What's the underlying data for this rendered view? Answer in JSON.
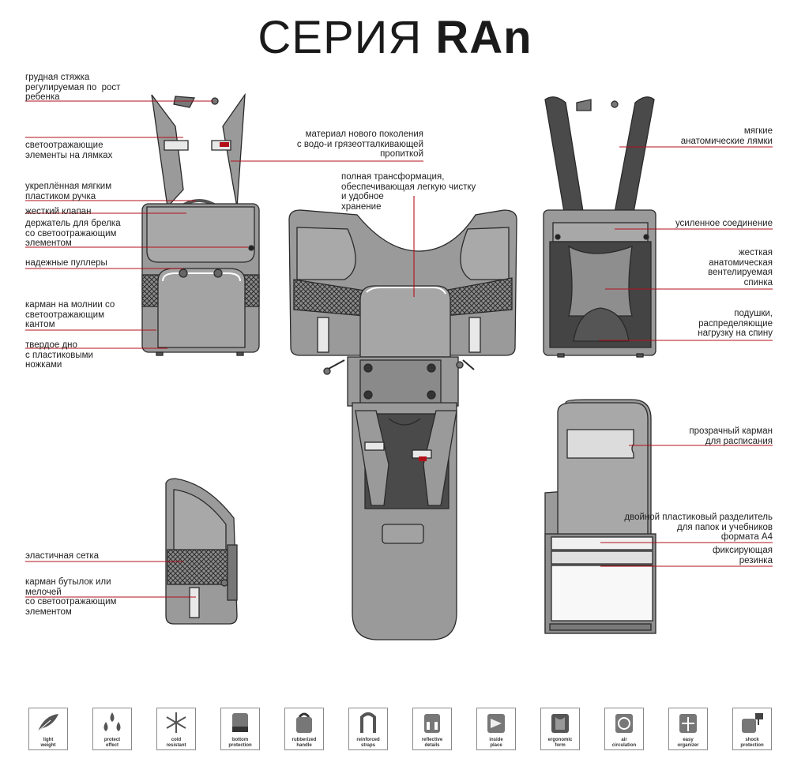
{
  "title": {
    "prefix": "СЕРИЯ ",
    "brand": "RAn"
  },
  "labels_left": [
    "грудная стяжка\nрегулируемая по  рост\nребенка",
    "светоотражающие\nэлементы на лямках",
    "укреплённая мягким\nпластиком ручка",
    "жесткий клапан",
    "держатель для брелка\nсо светоотражающим\nэлементом",
    "надежные пуллеры",
    "карман на молнии со\nсветоотражающим\nкантом",
    "твердое дно\nс пластиковыми\nножками",
    "эластичная сетка",
    "карман бутылок или\nмелочей\nсо светоотражающим\nэлементом"
  ],
  "labels_center": [
    "материал нового поколения\nс водо-и грязеотталкивающей\nпропиткой",
    "полная трансформация,\nобеспечивающая легкую чистку\nи удобное\nхранение"
  ],
  "labels_right": [
    "мягкие\nанатомические лямки",
    "усиленное соединение",
    "жесткая\nанатомическая\nвентелируемая\nспинка",
    "подушки,\nраспределяющие\nнагрузку на спину",
    "прозрачный карман\nдля расписания",
    "двойной пластиковый разделитель\nдля папок и учебников\nформата А4",
    "фиксирующая\nрезинка"
  ],
  "icons": [
    {
      "name": "feather-icon",
      "caption": "light\nweight"
    },
    {
      "name": "drops-icon",
      "caption": "protect\neffect"
    },
    {
      "name": "snowflake-icon",
      "caption": "cold\nresistant"
    },
    {
      "name": "bottom-icon",
      "caption": "bottom\nprotection"
    },
    {
      "name": "handle-icon",
      "caption": "rubberized\nhandle"
    },
    {
      "name": "straps-icon",
      "caption": "reinforced\nstraps"
    },
    {
      "name": "reflective-icon",
      "caption": "reflective\ndetails"
    },
    {
      "name": "inside-place-icon",
      "caption": "inside\nplace"
    },
    {
      "name": "ergonomic-icon",
      "caption": "ergonomic\nform"
    },
    {
      "name": "air-icon",
      "caption": "air\ncirculation"
    },
    {
      "name": "organizer-icon",
      "caption": "easy\norganizer"
    },
    {
      "name": "shock-icon",
      "caption": "shock\nprotection"
    }
  ],
  "colors": {
    "accent_line": "#b3101a",
    "body_gray": "#9a9a9a",
    "dark_gray": "#4a4a4a",
    "outline": "#2a2a2a"
  }
}
